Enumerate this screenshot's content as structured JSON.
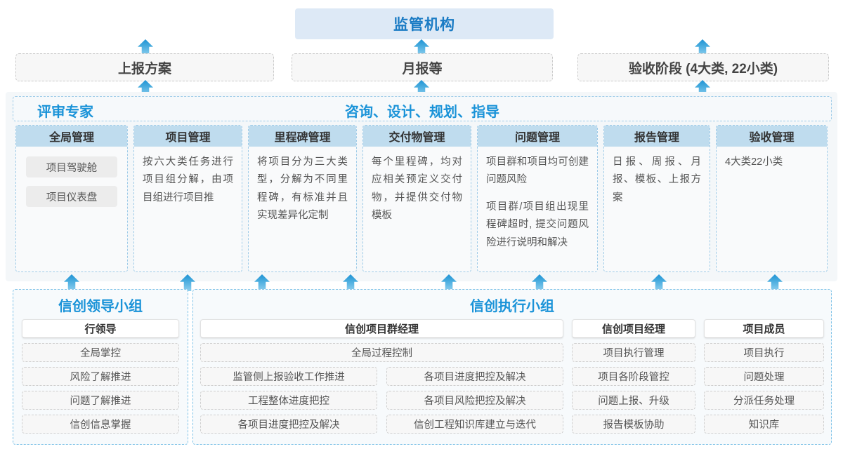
{
  "top": {
    "regulator": "监管机构",
    "submissions": [
      {
        "label": "上报方案"
      },
      {
        "label": "月报等"
      },
      {
        "label": "验收阶段 (4大类, 22小类)"
      }
    ]
  },
  "mid": {
    "label_left": "评审专家",
    "label_center": "咨询、设计、规划、指导",
    "columns": [
      {
        "title": "全局管理",
        "pills": [
          "项目驾驶舱",
          "项目仪表盘"
        ],
        "paragraphs": []
      },
      {
        "title": "项目管理",
        "pills": [],
        "paragraphs": [
          "按六大类任务进行项目组分解，由项目组进行项目推"
        ]
      },
      {
        "title": "里程碑管理",
        "pills": [],
        "paragraphs": [
          "将项目分为三大类型，分解为不同里程碑，有标准并且实现差异化定制"
        ]
      },
      {
        "title": "交付物管理",
        "pills": [],
        "paragraphs": [
          "每个里程碑，均对应相关预定义交付物，并提供交付物模板"
        ]
      },
      {
        "title": "问题管理",
        "pills": [],
        "paragraphs": [
          "项目群和项目均可创建问题风险",
          "项目群/项目组出现里程碑超时, 提交问题风险进行说明和解决"
        ]
      },
      {
        "title": "报告管理",
        "pills": [],
        "paragraphs": [
          "日报、周报、月报、模板、上报方案"
        ]
      },
      {
        "title": "验收管理",
        "pills": [],
        "paragraphs": [
          "4大类22小类"
        ]
      }
    ]
  },
  "bottom": {
    "left_group": {
      "title": "信创领导小组",
      "role": "行领导",
      "tasks": [
        "全局掌控",
        "风险了解推进",
        "问题了解推进",
        "信创信息掌握"
      ]
    },
    "right_group": {
      "title": "信创执行小组",
      "pgm_manager": {
        "role": "信创项目群经理",
        "full_width_task": "全局过程控制",
        "tasks_left": [
          "监管侧上报验收工作推进",
          "工程整体进度把控",
          "各项目进度把控及解决"
        ],
        "tasks_right": [
          "各项目进度把控及解决",
          "各项目风险把控及解决",
          "信创工程知识库建立与迭代"
        ]
      },
      "project_manager": {
        "role": "信创项目经理",
        "tasks": [
          "项目执行管理",
          "项目各阶段管控",
          "问题上报、升级",
          "报告模板协助"
        ]
      },
      "member": {
        "role": "项目成员",
        "tasks": [
          "项目执行",
          "问题处理",
          "分派任务处理",
          "知识库"
        ]
      }
    }
  },
  "colors": {
    "accent_blue": "#1a93d8",
    "header_blue": "#bfdcee",
    "regulator_bg": "#dde9f6",
    "arrow_blue": "#2f9ed8"
  }
}
